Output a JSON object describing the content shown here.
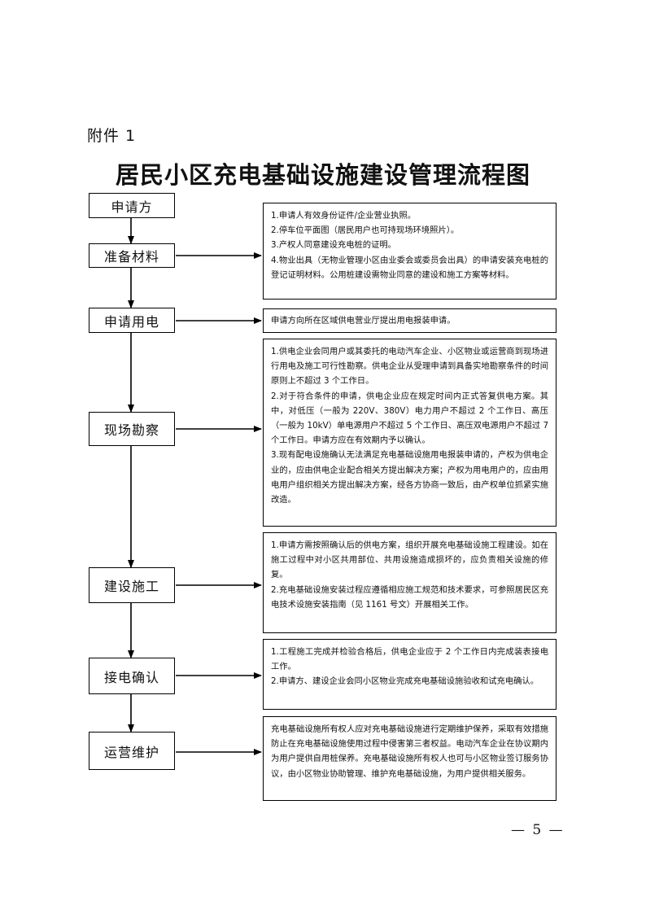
{
  "attachment_label": "附件 1",
  "title": "居民小区充电基础设施建设管理流程图",
  "steps": [
    {
      "label": "申请方"
    },
    {
      "label": "准备材料"
    },
    {
      "label": "申请用电"
    },
    {
      "label": "现场勘察"
    },
    {
      "label": "建设施工"
    },
    {
      "label": "接电确认"
    },
    {
      "label": "运营维护"
    }
  ],
  "notes": {
    "materials": [
      "1.申请人有效身份证件/企业营业执照。",
      "2.停车位平面图（居民用户也可持现场环境照片）。",
      "3.产权人同意建设充电桩的证明。",
      "4.物业出具（无物业管理小区由业委会或委员会出具）的申请安装充电桩的登记证明材料。公用桩建设需物业同意的建设和施工方案等材料。"
    ],
    "apply": [
      "申请方向所在区域供电营业厅提出用电报装申请。"
    ],
    "survey": [
      "1.供电企业会同用户或其委托的电动汽车企业、小区物业或运营商到现场进行用电及施工可行性勘察。供电企业从受理申请到具备实地勘察条件的时间原则上不超过 3 个工作日。",
      "2.对于符合条件的申请，供电企业应在规定时间内正式答复供电方案。其中，对低压（一般为 220V、380V）电力用户不超过 2 个工作日、高压（一般为 10kV）单电源用户不超过 5 个工作日、高压双电源用户不超过 7 个工作日。申请方应在有效期内予以确认。",
      "3.现有配电设施确认无法满足充电基础设施用电报装申请的，产权为供电企业的，应由供电企业配合相关方提出解决方案；产权为用电用户的，应由用电用户组织相关方提出解决方案，经各方协商一致后，由产权单位抓紧实施改造。"
    ],
    "construction": [
      "1.申请方需按照确认后的供电方案，组织开展充电基础设施工程建设。如在施工过程中对小区共用部位、共用设施造成损坏的，应负责相关设施的修复。",
      "2.充电基础设施安装过程应遵循相应施工规范和技术要求，可参照居民区充电技术设施安装指南（见 1161 号文）开展相关工作。"
    ],
    "connection": [
      "1.工程施工完成并检验合格后，供电企业应于 2 个工作日内完成装表接电工作。",
      "2.申请方、建设企业会同小区物业完成充电基础设施验收和试充电确认。"
    ],
    "operation": [
      "充电基础设施所有权人应对充电基础设施进行定期维护保养，采取有效措施防止在充电基础设施使用过程中侵害第三者权益。电动汽车企业在协议期内为用户提供自用桩保养。充电基础设施所有权人也可与小区物业签订服务协议，由小区物业协助管理、维护充电基础设施，为用户提供相关服务。"
    ]
  },
  "page_number": "— 5 —"
}
